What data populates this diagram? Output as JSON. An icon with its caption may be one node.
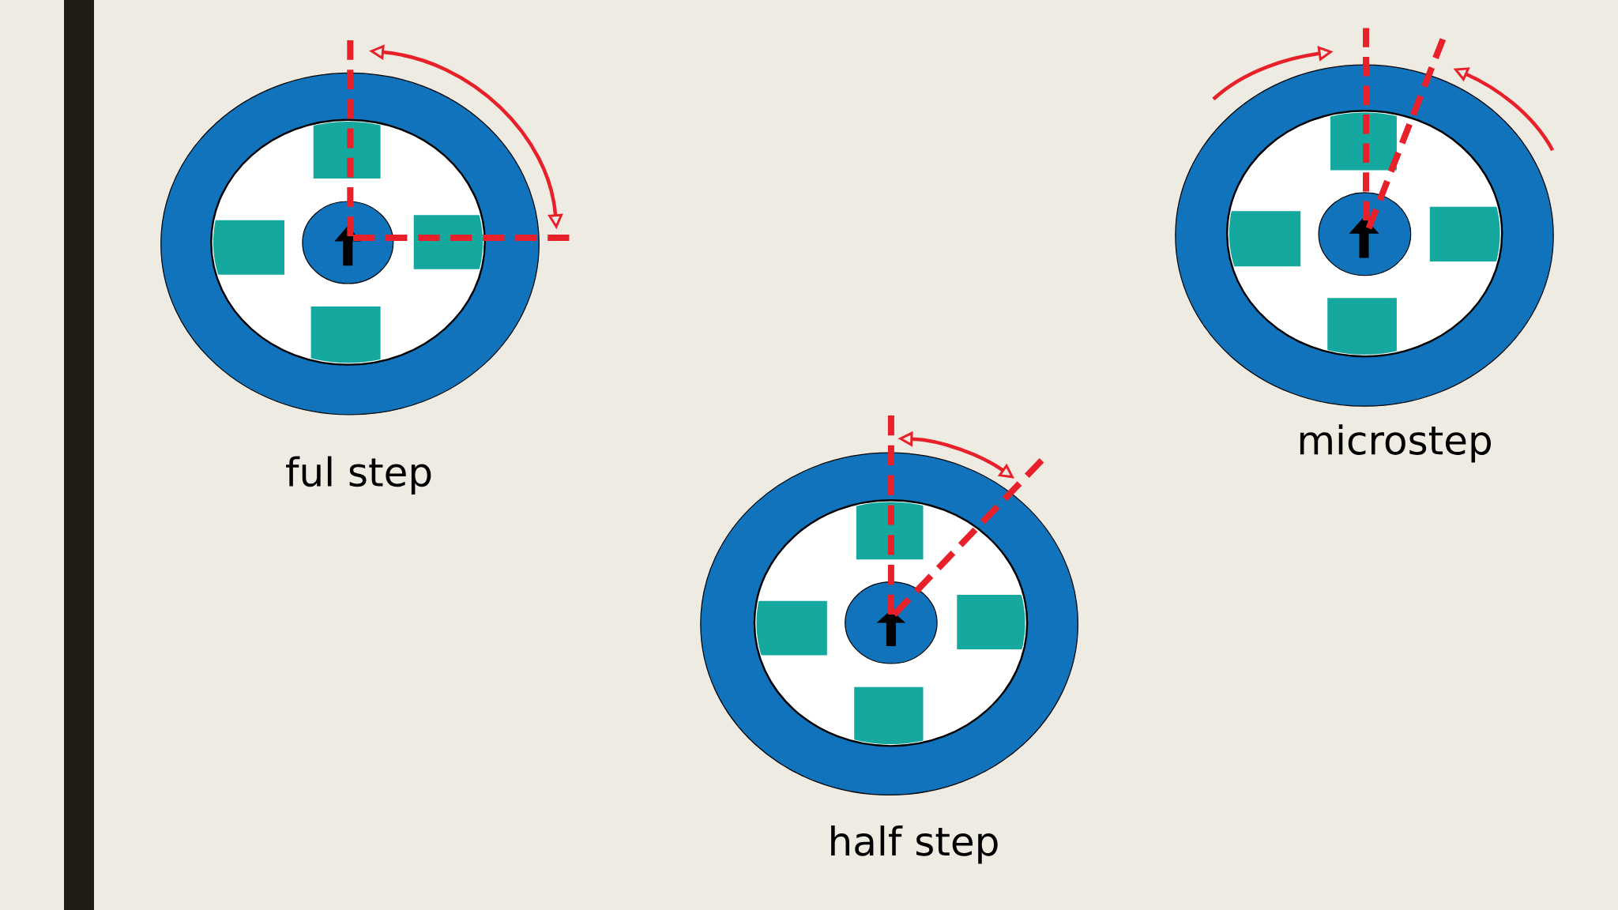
{
  "diagram": {
    "labels": [
      "ful step",
      "microstep",
      "half step"
    ]
  }
}
